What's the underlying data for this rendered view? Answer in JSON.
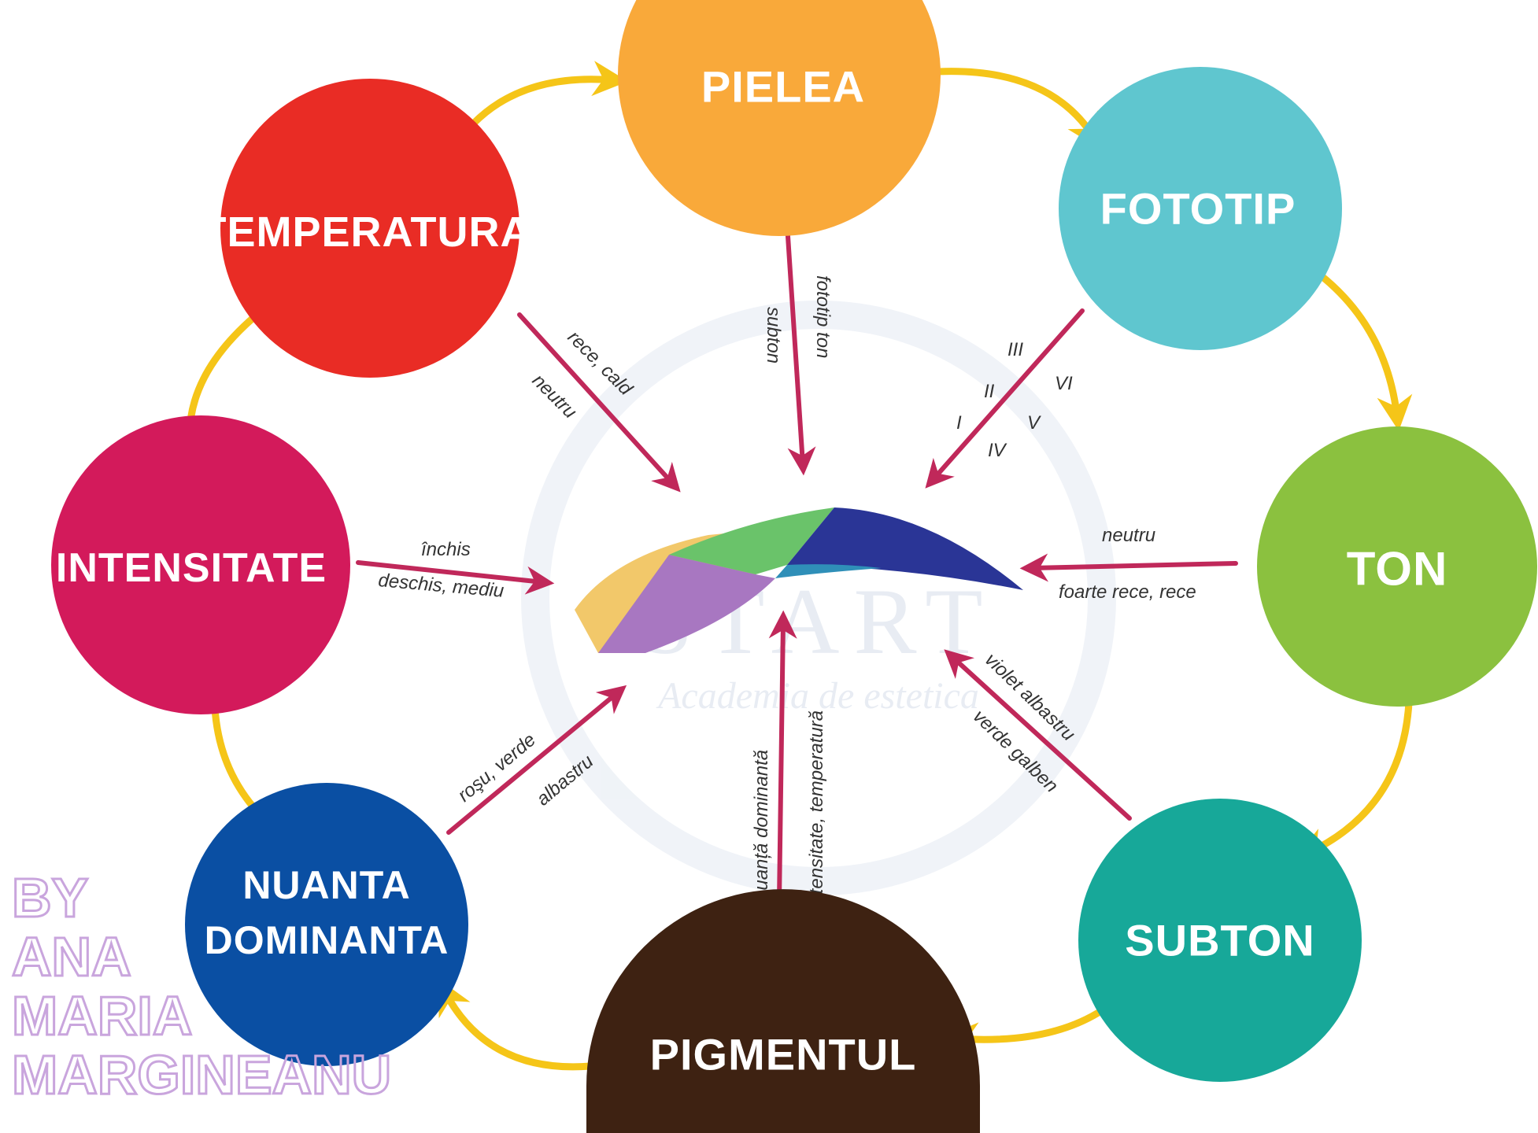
{
  "nodes": {
    "pielea": {
      "label": "PIELEA",
      "color": "#f9a93a"
    },
    "fototip": {
      "label": "FOTOTIP",
      "color": "#5fc6cf"
    },
    "ton": {
      "label": "TON",
      "color": "#8bc13f"
    },
    "subton": {
      "label": "SUBTON",
      "color": "#17a899"
    },
    "pigmentul": {
      "label": "PIGMENTUL",
      "color": "#3e2212"
    },
    "nuanta": {
      "label_line1": "NUANTA",
      "label_line2": "DOMINANTA",
      "color": "#0a4fa3"
    },
    "intensitate": {
      "label": "INTENSITATE",
      "color": "#d31a5b"
    },
    "temperatura": {
      "label": "TEMPERATURA",
      "color": "#e92c25"
    }
  },
  "connectors": {
    "pielea": {
      "left": "subton",
      "right": "fototip ton"
    },
    "fototip": {
      "numerals": [
        "III",
        "II",
        "I",
        "VI",
        "V",
        "IV"
      ]
    },
    "ton": {
      "top": "neutru",
      "bottom": "foarte rece, rece"
    },
    "subton": {
      "top": "violet albastru",
      "bottom": "verde galben"
    },
    "pigmentul": {
      "left": "nuanță dominantă",
      "right": "intensitate, temperatură"
    },
    "nuanta": {
      "top": "roşu, verde",
      "bottom": "albastru"
    },
    "intensitate": {
      "top": "închis",
      "bottom": "deschis, mediu"
    },
    "temperatura": {
      "top": "rece, cald",
      "bottom": "neutru"
    }
  },
  "watermark": {
    "brand": "START",
    "tagline": "Academia de estetica"
  },
  "author": {
    "line1": "BY",
    "line2": "ANA",
    "line3": "MARIA",
    "line4": "MARGINEANU"
  },
  "colors": {
    "cycle_arrow": "#f5c518",
    "pointer_arrow": "#c0285a",
    "shape_segments": [
      "#f2c86a",
      "#a877c1",
      "#6ac36a",
      "#2a3596",
      "#2f8fb8"
    ]
  }
}
